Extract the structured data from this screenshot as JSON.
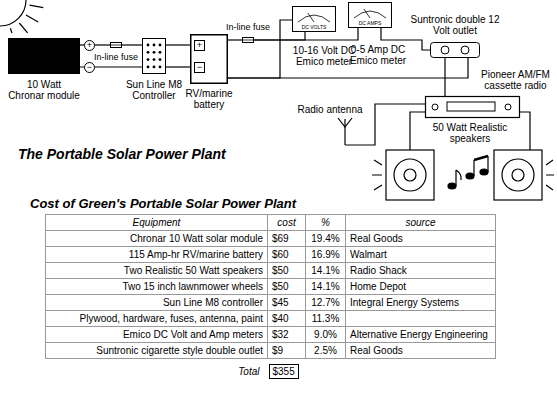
{
  "diagram": {
    "title": "The Portable Solar Power Plant",
    "nodes": [
      {
        "text": [
          "10 Watt Chronar module"
        ]
      },
      {
        "text": [
          "In-line fuse"
        ]
      },
      {
        "text": [
          "Sun Line M8 Controller"
        ]
      },
      {
        "text": [
          "RV/marine battery"
        ]
      },
      {
        "text": [
          "In-line fuse"
        ]
      },
      {
        "text": [
          "DC VOLTS",
          "10-16 Volt DC Emico meter"
        ]
      },
      {
        "text": [
          "DC AMPS",
          "0-5 Amp DC Emico meter"
        ]
      },
      {
        "text": [
          "Suntronic double 12 Volt outlet"
        ]
      },
      {
        "text": [
          "Pioneer AM/FM cassette radio"
        ]
      }
    ],
    "edges": [
      {
        "from": 0,
        "to": 1,
        "arrow": "none"
      },
      {
        "from": 1,
        "to": 2,
        "arrow": "none"
      },
      {
        "from": 0,
        "to": 2,
        "arrow": "none"
      },
      {
        "from": 2,
        "to": 3,
        "arrow": "none"
      },
      {
        "from": 2,
        "to": 3,
        "arrow": "none"
      },
      {
        "from": 3,
        "to": 4,
        "arrow": "none"
      },
      {
        "from": 4,
        "to": 5,
        "arrow": "none"
      },
      {
        "from": 4,
        "to": 6,
        "arrow": "none"
      },
      {
        "from": 6,
        "to": 7,
        "arrow": "none"
      },
      {
        "from": 3,
        "to": 5,
        "arrow": "none"
      },
      {
        "from": 3,
        "to": 7,
        "arrow": "none"
      },
      {
        "from": 7,
        "to": 8,
        "arrow": "none"
      }
    ],
    "labels": [
      "+",
      "−",
      "+",
      "−",
      "Radio antenna",
      "50 Watt Realistic speakers",
      "Cost of Green's Portable Solar Power Plant",
      "Equipment",
      "cost",
      "%",
      "source",
      "Chronar 10 Watt solar module",
      "$69",
      "19.4%",
      "Real Goods",
      "115 Amp-hr RV/marine battery",
      "$60",
      "16.9%",
      "Walmart",
      "Two Realistic 50 Watt speakers",
      "$50",
      "14.1%",
      "Radio Shack",
      "Two 15 inch lawnmower wheels",
      "$50",
      "14.1%",
      "Home Depot",
      "Sun Line M8 controller",
      "$45",
      "12.7%",
      "Integral Energy Systems",
      "Plywood, hardware, fuses, antenna, paint",
      "$40",
      "11.3%",
      "Emico DC Volt and Amp meters",
      "$32",
      "9.0%",
      "Alternative Energy Engineering",
      "Suntronic cigarette style double outlet",
      "$9",
      "2.5%",
      "Real Goods",
      "Total",
      "$355"
    ]
  }
}
